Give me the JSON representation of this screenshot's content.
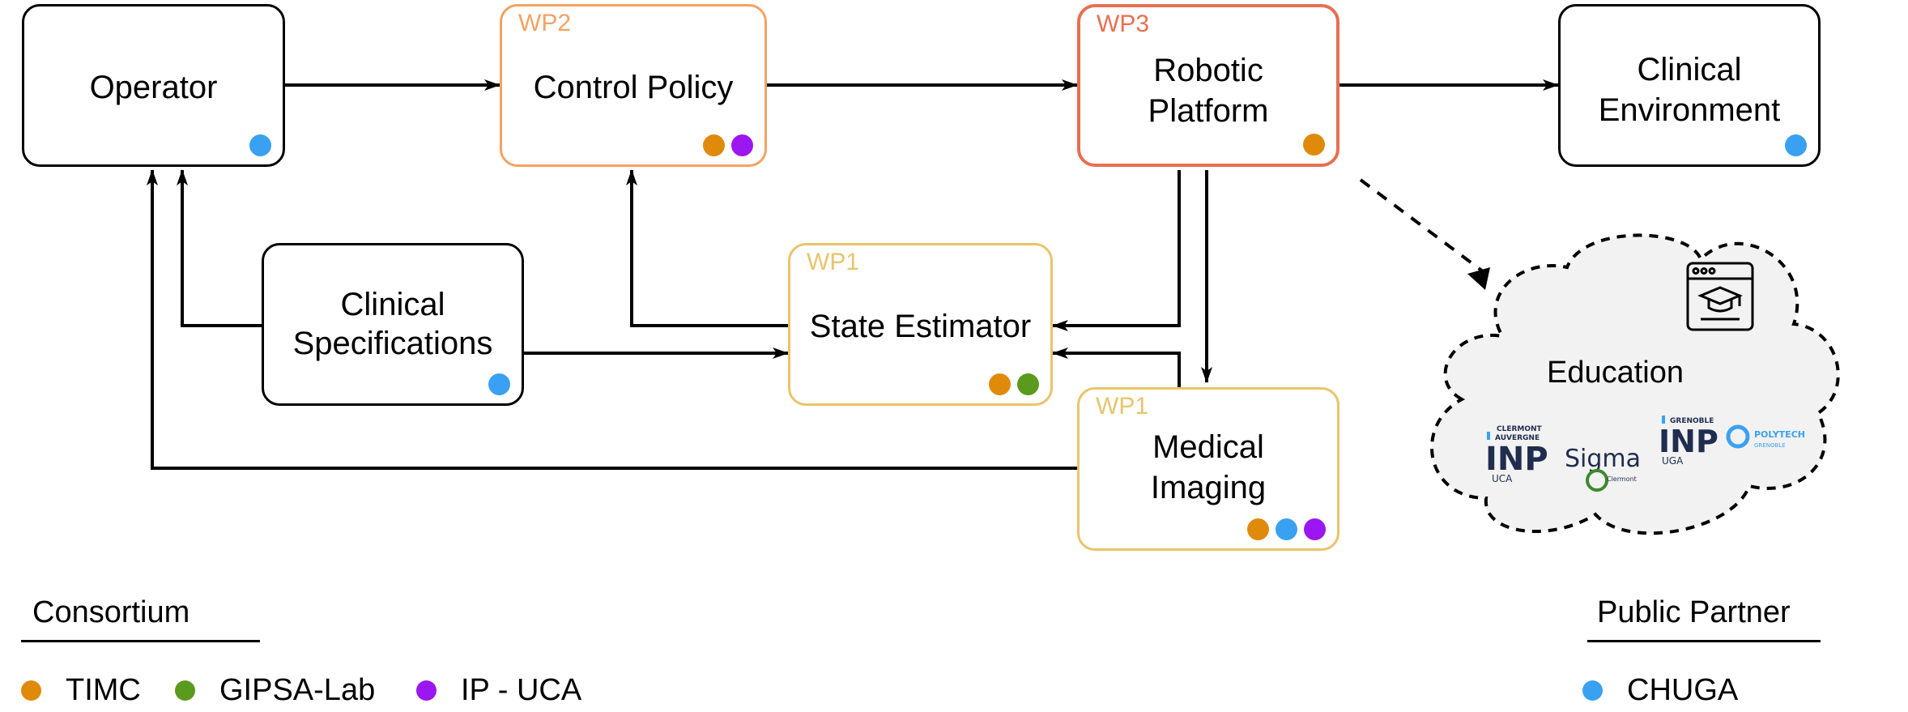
{
  "colors": {
    "timc": "#e08a0c",
    "gipsa": "#5a9a1c",
    "ipuca": "#9b16f0",
    "chuga": "#3aa1f2",
    "wp1": "#e9c46a",
    "wp2": "#f4a261",
    "wp3": "#e76f51"
  },
  "nodes": {
    "operator": {
      "label": "Operator",
      "dots": [
        "chuga"
      ]
    },
    "control_policy": {
      "wp": "WP2",
      "label": "Control Policy",
      "dots": [
        "timc",
        "ipuca"
      ]
    },
    "robotic_platform": {
      "wp": "WP3",
      "label_line1": "Robotic",
      "label_line2": "Platform",
      "dots": [
        "timc"
      ]
    },
    "clinical_environment": {
      "label_line1": "Clinical",
      "label_line2": "Environment",
      "dots": [
        "chuga"
      ]
    },
    "clinical_specifications": {
      "label_line1": "Clinical",
      "label_line2": "Specifications",
      "dots": [
        "chuga"
      ]
    },
    "state_estimator": {
      "wp": "WP1",
      "label": "State Estimator",
      "dots": [
        "timc",
        "gipsa"
      ]
    },
    "medical_imaging": {
      "wp": "WP1",
      "label_line1": "Medical",
      "label_line2": "Imaging",
      "dots": [
        "timc",
        "chuga",
        "ipuca"
      ]
    }
  },
  "education": {
    "label": "Education",
    "logos": [
      {
        "name": "clermont-auvergne-inp-logo",
        "line1": "CLERMONT",
        "line2": "AUVERGNE",
        "mark": "INP",
        "sub": "UCA"
      },
      {
        "name": "sigma-clermont-logo",
        "mark": "Sigma",
        "sub": "Clermont"
      },
      {
        "name": "grenoble-inp-logo",
        "line1": "GRENOBLE",
        "mark": "INP",
        "sub": "UGA"
      },
      {
        "name": "polytech-grenoble-logo",
        "mark": "POLYTECH",
        "sub": "GRENOBLE"
      }
    ]
  },
  "legend": {
    "consortium": {
      "title": "Consortium",
      "items": [
        {
          "label": "TIMC",
          "color": "timc"
        },
        {
          "label": "GIPSA-Lab",
          "color": "gipsa"
        },
        {
          "label": "IP - UCA",
          "color": "ipuca"
        }
      ]
    },
    "public_partner": {
      "title": "Public Partner",
      "items": [
        {
          "label": "CHUGA",
          "color": "chuga"
        }
      ]
    }
  }
}
